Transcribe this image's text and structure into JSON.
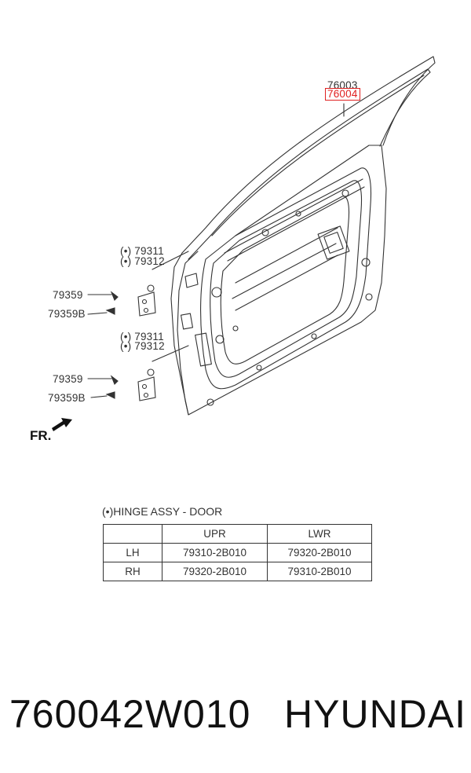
{
  "callouts": {
    "door_panel_other": "76003",
    "door_panel_selected": "76004",
    "upper_hinge": {
      "mark_a": "(•) 79311",
      "mark_b": "(•) 79312"
    },
    "lower_hinge": {
      "mark_a": "(•) 79311",
      "mark_b": "(•) 79312"
    },
    "upper_bolt": "79359",
    "upper_bolt_b": "79359B",
    "lower_bolt": "79359",
    "lower_bolt_b": "79359B",
    "front_direction": "FR."
  },
  "legend": {
    "title": "(•)HINGE ASSY - DOOR",
    "columns": [
      "",
      "UPR",
      "LWR"
    ],
    "rows": [
      {
        "side": "LH",
        "upr": "79310-2B010",
        "lwr": "79320-2B010"
      },
      {
        "side": "RH",
        "upr": "79320-2B010",
        "lwr": "79310-2B010"
      }
    ]
  },
  "footer": {
    "part_number": "760042W010",
    "brand": "HYUNDAI"
  },
  "colors": {
    "highlight": "#e02020",
    "line": "#333333"
  }
}
